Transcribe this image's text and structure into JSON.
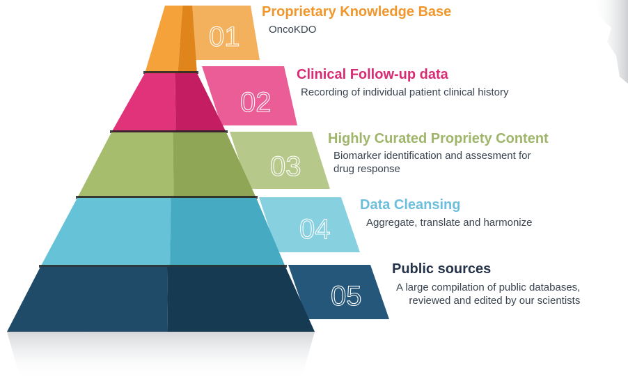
{
  "levels": [
    {
      "number": "01",
      "title": "Proprietary Knowledge Base",
      "description": [
        "OncoKDO"
      ],
      "color": "#f5a23a",
      "color_dark": "#e0841c",
      "tab_color": "#f3b15e"
    },
    {
      "number": "02",
      "title": "Clinical Follow-up data",
      "description": [
        "Recording of individual patient clinical history"
      ],
      "color": "#e0337a",
      "color_dark": "#c51d62",
      "tab_color": "#ea5d96"
    },
    {
      "number": "03",
      "title": "Highly Curated Propriety Content",
      "description": [
        "Biomarker identification and assesment for",
        "drug response"
      ],
      "color": "#a6bd6e",
      "color_dark": "#8ea656",
      "tab_color": "#b7c98a"
    },
    {
      "number": "04",
      "title": "Data Cleansing",
      "description": [
        "Aggregate, translate and harmonize"
      ],
      "color": "#66c3d7",
      "color_dark": "#45aac2",
      "tab_color": "#86d0e0"
    },
    {
      "number": "05",
      "title": "Public sources",
      "description": [
        "A large compilation of public databases,",
        "reviewed and edited by our scientists"
      ],
      "color": "#1f4a68",
      "color_dark": "#173a53",
      "tab_color": "#24577a"
    }
  ],
  "title_colors": [
    "#f0962a",
    "#d92b74",
    "#9fb56a",
    "#6cbfdc",
    "#25334a"
  ]
}
